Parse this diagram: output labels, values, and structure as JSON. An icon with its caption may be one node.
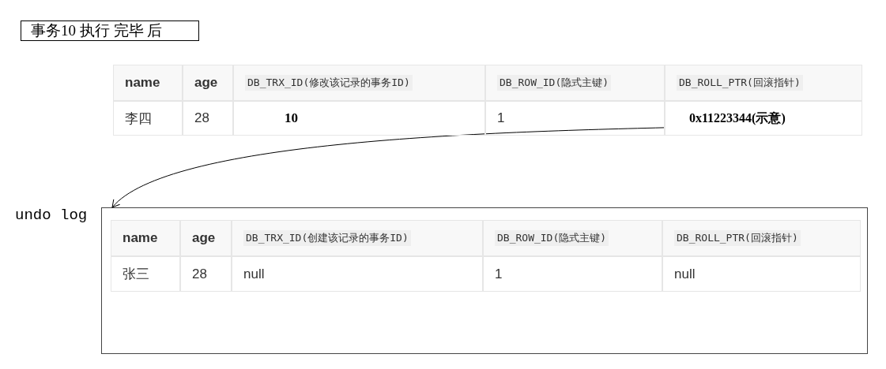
{
  "diagram": {
    "nodes": [
      {
        "text": [
          "事务10 执行 完毕 后"
        ]
      },
      {
        "text": [
          "0x11223344(示意)"
        ]
      },
      {
        "text": [
          "undo log"
        ]
      }
    ],
    "edges": [
      {
        "from": 1,
        "to": 2,
        "arrow": "to"
      }
    ],
    "labels": [
      "name",
      "age",
      "DB_TRX_ID(修改该记录的事务ID)",
      "DB_ROW_ID(隐式主键)",
      "DB_ROLL_PTR(回滚指针)",
      "李四",
      "28",
      "10",
      "1",
      "name",
      "age",
      "DB_TRX_ID(创建该记录的事务ID)",
      "DB_ROW_ID(隐式主键)",
      "DB_ROLL_PTR(回滚指针)",
      "张三",
      "28",
      "null",
      "1",
      "null"
    ]
  }
}
